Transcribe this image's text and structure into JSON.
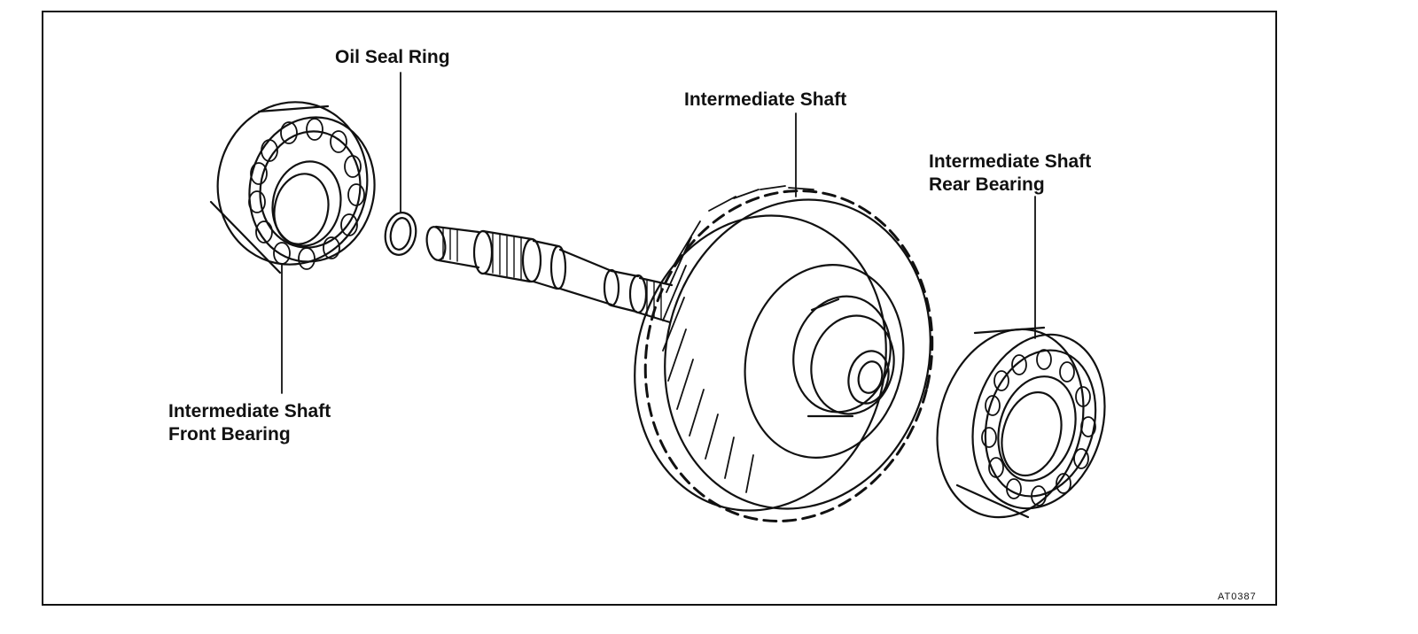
{
  "labels": {
    "oil_seal_ring": "Oil Seal Ring",
    "intermediate_shaft": "Intermediate Shaft",
    "rear_bearing_line1": "Intermediate Shaft",
    "rear_bearing_line2": "Rear Bearing",
    "front_bearing_line1": "Intermediate Shaft",
    "front_bearing_line2": "Front Bearing"
  },
  "figure_code": "AT0387",
  "colors": {
    "ink": "#111111",
    "paper": "#ffffff"
  }
}
